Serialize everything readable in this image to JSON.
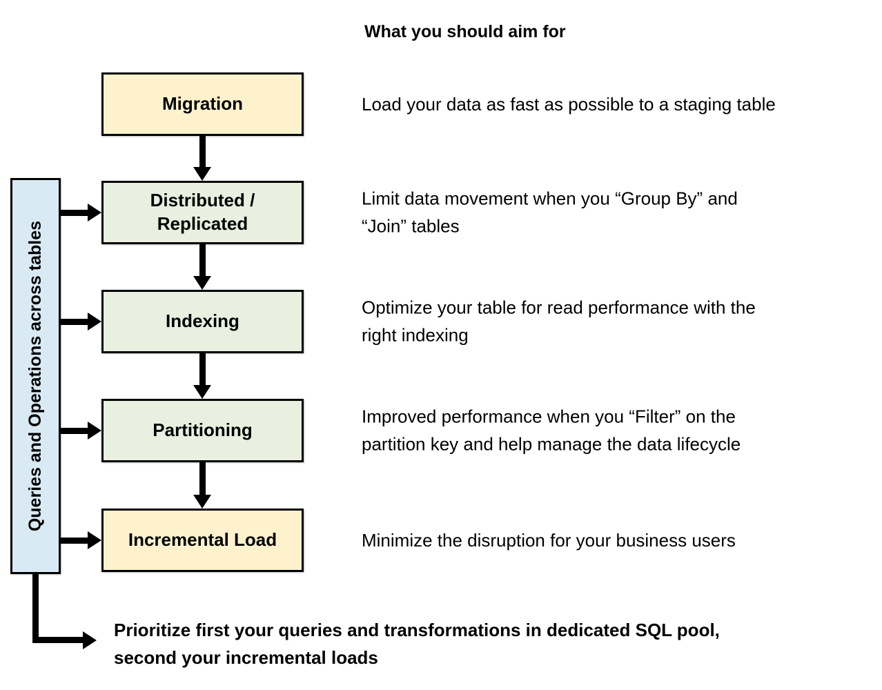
{
  "title": "What you should aim for",
  "side_label": "Queries and Operations across tables",
  "steps": [
    {
      "label": "Migration",
      "fill": "yellow",
      "description": "Load your data as fast as possible to a staging table"
    },
    {
      "label": "Distributed / Replicated",
      "fill": "green",
      "description": "Limit data movement when you “Group By” and\n“Join” tables"
    },
    {
      "label": "Indexing",
      "fill": "green",
      "description": "Optimize your table for read performance with the\nright indexing"
    },
    {
      "label": "Partitioning",
      "fill": "green",
      "description": "Improved performance when you “Filter” on the\npartition key and help manage the data lifecycle"
    },
    {
      "label": "Incremental Load",
      "fill": "yellow",
      "description": "Minimize the disruption for your business users"
    }
  ],
  "footer": "Prioritize first your queries and transformations in dedicated SQL pool,\nsecond your incremental loads",
  "colors": {
    "yellow": "#FDF2CC",
    "green": "#E9F0DF",
    "blue": "#DAEAF4",
    "border": "#000000",
    "arrow": "#000000"
  }
}
